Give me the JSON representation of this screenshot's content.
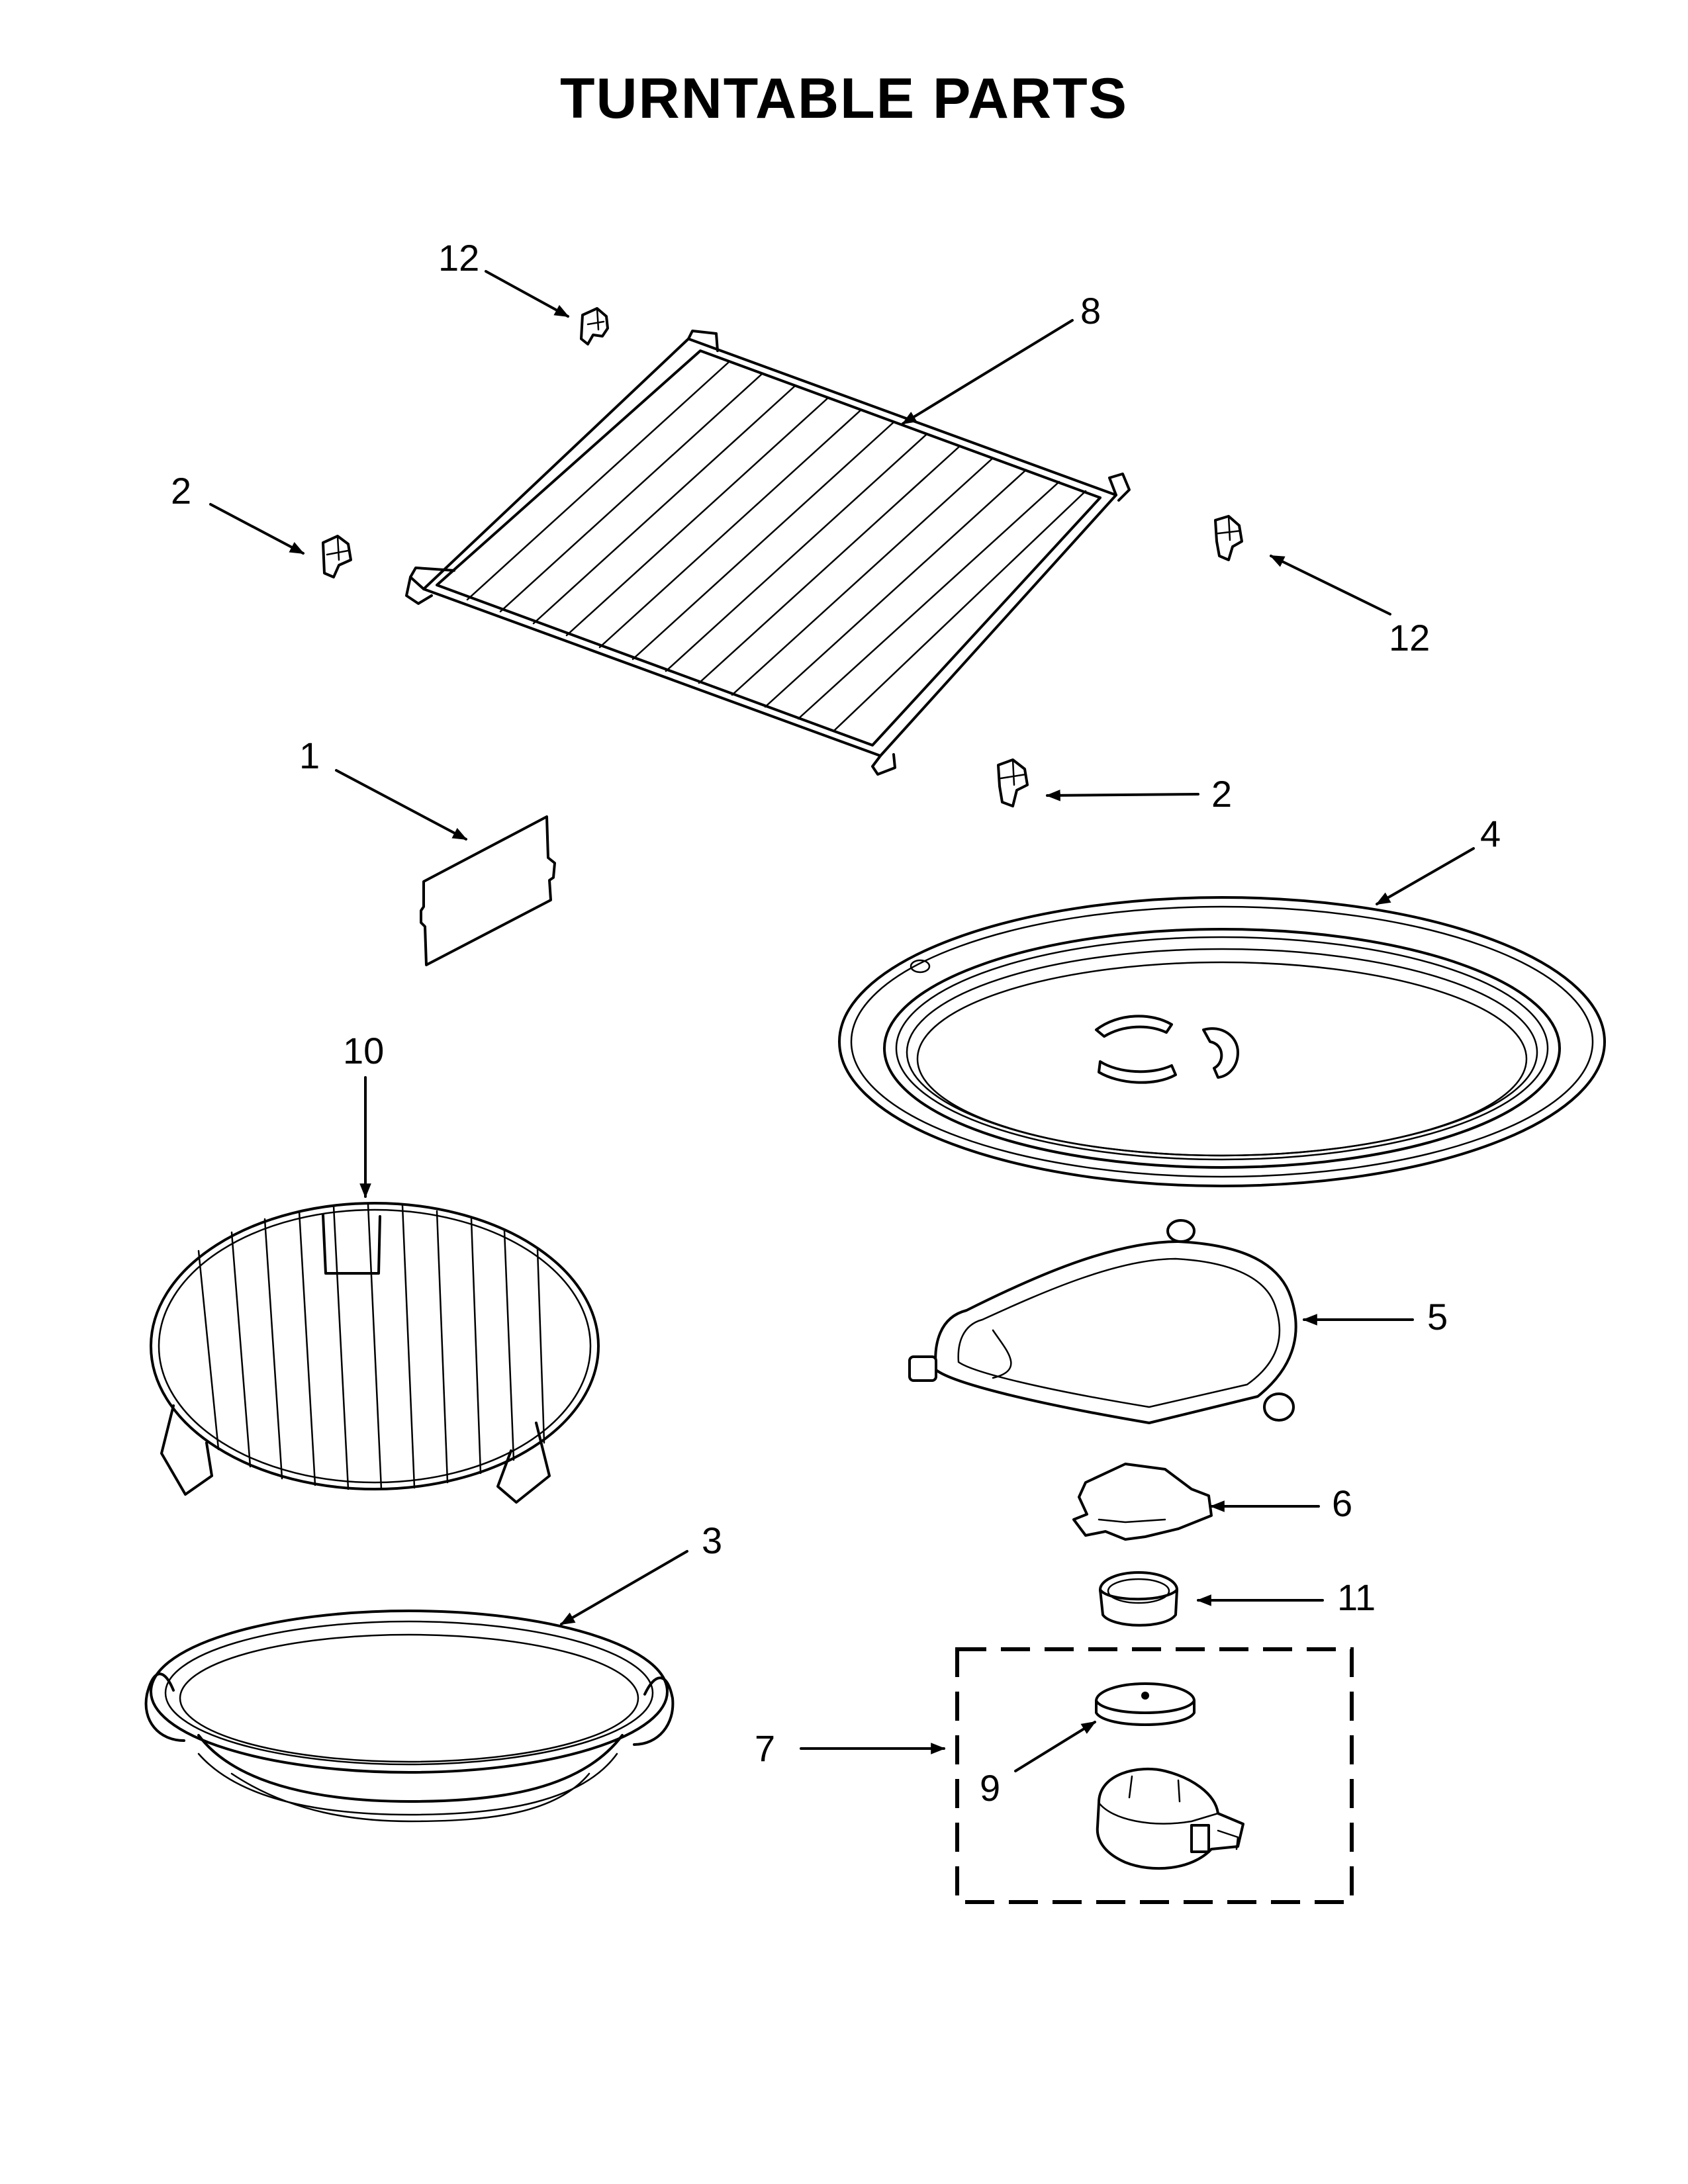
{
  "title": "TURNTABLE PARTS",
  "callouts": [
    {
      "id": "c12a",
      "label": "12"
    },
    {
      "id": "c8",
      "label": "8"
    },
    {
      "id": "c2a",
      "label": "2"
    },
    {
      "id": "c12b",
      "label": "12"
    },
    {
      "id": "c1",
      "label": "1"
    },
    {
      "id": "c2b",
      "label": "2"
    },
    {
      "id": "c4",
      "label": "4"
    },
    {
      "id": "c10",
      "label": "10"
    },
    {
      "id": "c5",
      "label": "5"
    },
    {
      "id": "c6",
      "label": "6"
    },
    {
      "id": "c3",
      "label": "3"
    },
    {
      "id": "c11",
      "label": "11"
    },
    {
      "id": "c7",
      "label": "7"
    },
    {
      "id": "c9",
      "label": "9"
    }
  ]
}
